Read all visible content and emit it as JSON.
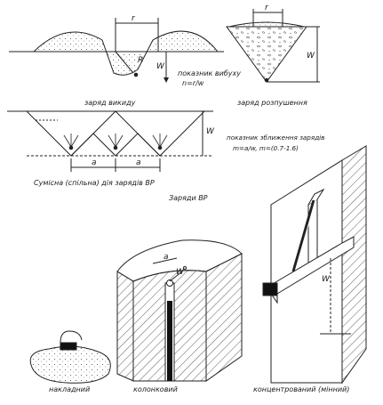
{
  "labels": {
    "r_top": "r",
    "r_right": "r",
    "r_crater": "R",
    "w_crater": "W",
    "w_loosening": "W",
    "blasting_index_line1": "показник вибуху",
    "blasting_index_line2": "n=r/w",
    "ejection_charge": "заряд викиду",
    "loosening_charge": "заряд розпушення",
    "w_row": "W",
    "spacing_a1": "a",
    "spacing_a2": "a",
    "joint_charges": "Сумісна (спільна) дія зарядів ВР",
    "spacing_index_line1": "показник зближення зарядів",
    "spacing_index_line2": "m=a/w, m=(0.7-1.6)",
    "explosive_charges": "Заряди ВР",
    "column_a": "a",
    "column_w": "W",
    "chamber_w": "W",
    "surface_charge": "накладний",
    "column_charge": "колонковий",
    "concentrated_charge": "концентрований (мінний)"
  }
}
